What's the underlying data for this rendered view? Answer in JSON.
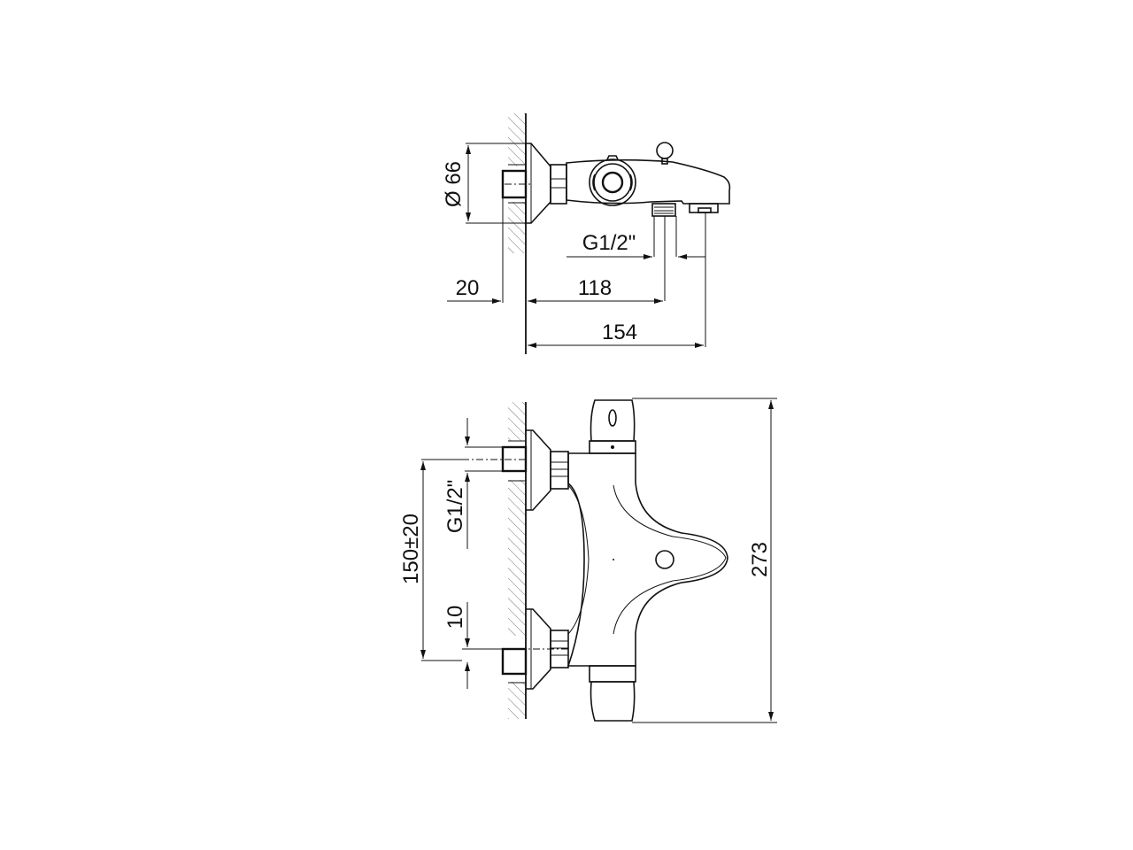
{
  "drawing": {
    "title": "Thermostatic bath mixer technical drawing",
    "side_view": {
      "diameter_label": "Ø 66",
      "thread_label": "G1/2\"",
      "wall_offset_label": "20",
      "spout_outlet_label": "118",
      "overall_depth_label": "154"
    },
    "front_view": {
      "centers_label": "150±20",
      "thread_label": "G1/2\"",
      "offset_label": "10",
      "overall_width_label": "273"
    }
  }
}
